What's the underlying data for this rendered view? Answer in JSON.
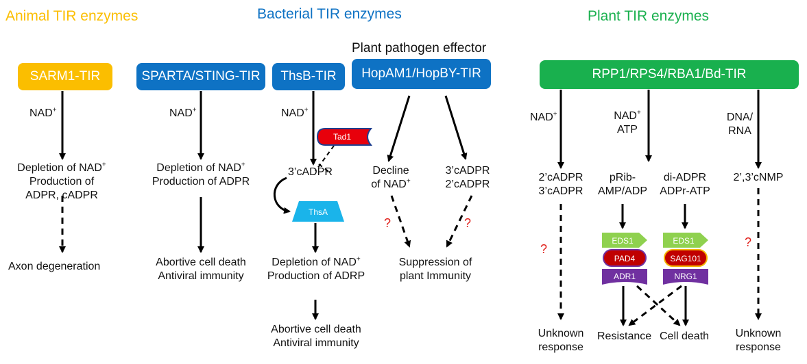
{
  "headers": {
    "animal": "Animal TIR enzymes",
    "bacterial": "Bacterial TIR enzymes",
    "plant": "Plant TIR enzymes",
    "pathogen_effector": "Plant pathogen effector"
  },
  "boxes": {
    "sarm1": "SARM1-TIR",
    "sparta": "SPARTA/STING-TIR",
    "thsb": "ThsB-TIR",
    "hopam1": "HopAM1/HopBY-TIR",
    "rpp1": "RPP1/RPS4/RBA1/Bd-TIR"
  },
  "proteins": {
    "tad1": "Tad1",
    "thsa": "ThsA",
    "eds1_a": "EDS1",
    "pad4": "PAD4",
    "adr1": "ADR1",
    "eds1_b": "EDS1",
    "sag101": "SAG101",
    "nrg1": "NRG1"
  },
  "substrates": {
    "nad": "NAD",
    "plus": "+",
    "atp": "ATP",
    "dna": "DNA/",
    "rna": "RNA"
  },
  "products": {
    "sarm1_line1": "Depletion of NAD",
    "sarm1_line2": "Production of",
    "sarm1_line3": "ADPR, cADPR",
    "sparta_line1": "Depletion of NAD",
    "sparta_line2": "Production of ADPR",
    "thsb_product": "3’cADPR",
    "hop_left_line1": "Decline",
    "hop_left_line2": "of NAD",
    "hop_right_line1": "3’cADPR",
    "hop_right_line2": "2’cADPR",
    "rpp_left_line1": "2’cADPR",
    "rpp_left_line2": "3’cADPR",
    "rpp_mid_line1": "pRib-",
    "rpp_mid_line2": "AMP/ADP",
    "rpp_mid2_line1": "di-ADPR",
    "rpp_mid2_line2": "ADPr-ATP",
    "rpp_right": "2’,3’cNMP"
  },
  "outcomes": {
    "axon": "Axon degeneration",
    "sparta_out_line1": "Abortive cell death",
    "sparta_out_line2": "Antiviral immunity",
    "thsa_line1": "Depletion of NAD",
    "thsa_line2": "Production of ADRP",
    "thsb_out_line1": "Abortive cell death",
    "thsb_out_line2": "Antiviral immunity",
    "suppression_line1": "Suppression of",
    "suppression_line2": "plant Immunity",
    "unknown1_line1": "Unknown",
    "unknown1_line2": "response",
    "resistance": "Resistance",
    "cell_death": "Cell death",
    "unknown2_line1": "Unknown",
    "unknown2_line2": "response"
  },
  "question_mark": "?",
  "colors": {
    "animal": "#FBBE00",
    "bacterial": "#0E72C4",
    "plant": "#19B04E",
    "tad1": "#E8000B",
    "thsa": "#1AB4EA",
    "eds1": "#8FD14F",
    "pad4": "#C00000",
    "adr1": "#7030A0",
    "question": "#E0201B"
  }
}
